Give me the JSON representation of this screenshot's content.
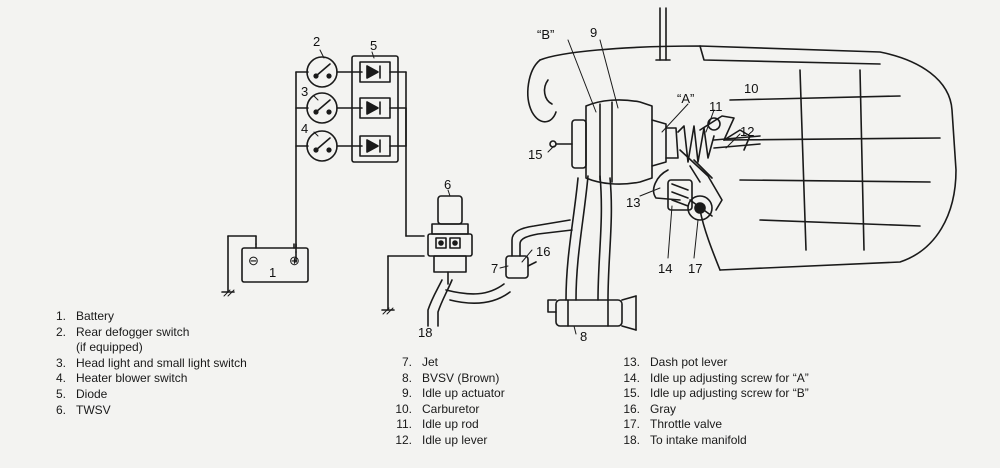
{
  "callouts": {
    "c1": "1",
    "c2": "2",
    "c3": "3",
    "c4": "4",
    "c5": "5",
    "c6": "6",
    "c7": "7",
    "c8": "8",
    "c9": "9",
    "c10": "10",
    "c11": "11",
    "c12": "12",
    "c13": "13",
    "c14": "14",
    "c15": "15",
    "c16": "16",
    "c17": "17",
    "c18": "18",
    "cA": "“A”",
    "cB": "“B”"
  },
  "battery_symbols": {
    "minus": "⊖",
    "plus": "⊕"
  },
  "legend": {
    "col1": [
      {
        "num": "1.",
        "text": "Battery"
      },
      {
        "num": "2.",
        "text": "Rear defogger switch",
        "sub": "(if equipped)"
      },
      {
        "num": "3.",
        "text": "Head light and small light switch"
      },
      {
        "num": "4.",
        "text": "Heater blower switch"
      },
      {
        "num": "5.",
        "text": "Diode"
      },
      {
        "num": "6.",
        "text": "TWSV"
      }
    ],
    "col2": [
      {
        "num": "7.",
        "text": "Jet"
      },
      {
        "num": "8.",
        "text": "BVSV (Brown)"
      },
      {
        "num": "9.",
        "text": "Idle up actuator"
      },
      {
        "num": "10.",
        "text": "Carburetor"
      },
      {
        "num": "11.",
        "text": "Idle up rod"
      },
      {
        "num": "12.",
        "text": "Idle up lever"
      }
    ],
    "col3": [
      {
        "num": "13.",
        "text": "Dash pot lever"
      },
      {
        "num": "14.",
        "text": "Idle up adjusting screw for “A”"
      },
      {
        "num": "15.",
        "text": "Idle up adjusting screw for “B”"
      },
      {
        "num": "16.",
        "text": "Gray"
      },
      {
        "num": "17.",
        "text": "Throttle valve"
      },
      {
        "num": "18.",
        "text": "To intake manifold"
      }
    ]
  }
}
